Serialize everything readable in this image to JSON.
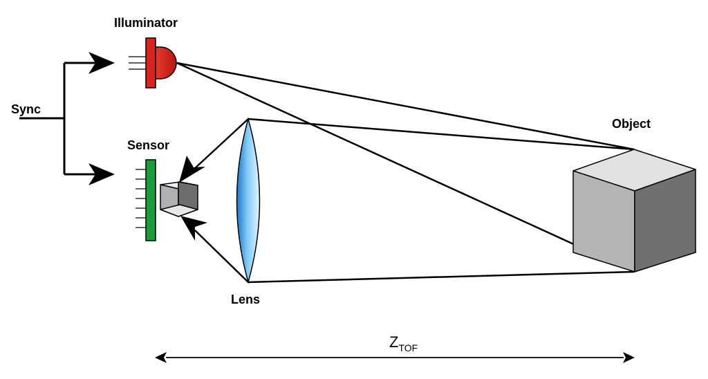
{
  "labels": {
    "sync": "Sync",
    "illuminator": "Illuminator",
    "sensor": "Sensor",
    "lens": "Lens",
    "object": "Object",
    "distance_main": "Z",
    "distance_sub": "TOF"
  },
  "colors": {
    "illuminator": "#d9231f",
    "sensor": "#1a9a3a",
    "lens": "#4aa8e8",
    "cube_top": "#e2e2e2",
    "cube_front": "#b4b4b4",
    "cube_side": "#707070",
    "line": "#000000"
  },
  "icons": {
    "illuminator": "led-icon",
    "sensor": "sensor-array-icon",
    "lens": "convex-lens-icon",
    "object": "cube-icon"
  }
}
